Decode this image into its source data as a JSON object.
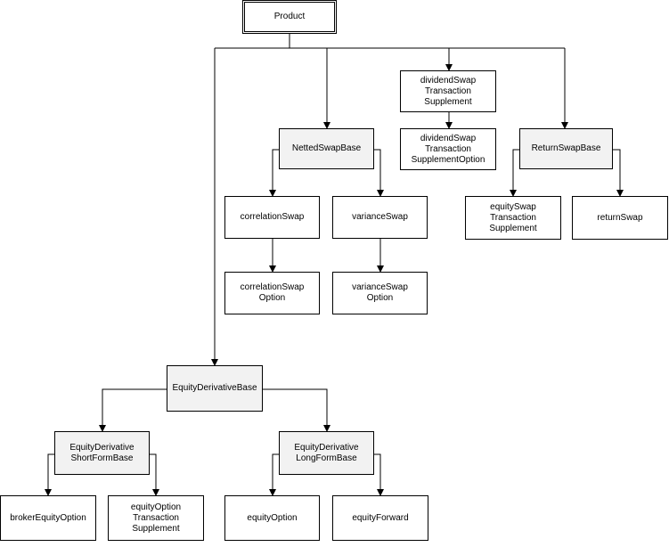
{
  "nodes": {
    "product": "Product",
    "netted_swap_base": "NettedSwapBase",
    "dividend_swap": "dividendSwap\nTransaction\nSupplement",
    "dividend_swap_option": "dividendSwap\nTransaction\nSupplementOption",
    "return_swap_base": "ReturnSwapBase",
    "correlation_swap": "correlationSwap",
    "variance_swap": "varianceSwap",
    "correlation_swap_option": "correlationSwap\nOption",
    "variance_swap_option": "varianceSwap\nOption",
    "equity_swap": "equitySwap\nTransaction\nSupplement",
    "return_swap": "returnSwap",
    "equity_derivative_base": "EquityDerivativeBase",
    "equity_derivative_short": "EquityDerivative\nShortFormBase",
    "equity_derivative_long": "EquityDerivative\nLongFormBase",
    "broker_equity_option": "brokerEquityOption",
    "equity_option_ts": "equityOption\nTransaction\nSupplement",
    "equity_option": "equityOption",
    "equity_forward": "equityForward"
  }
}
